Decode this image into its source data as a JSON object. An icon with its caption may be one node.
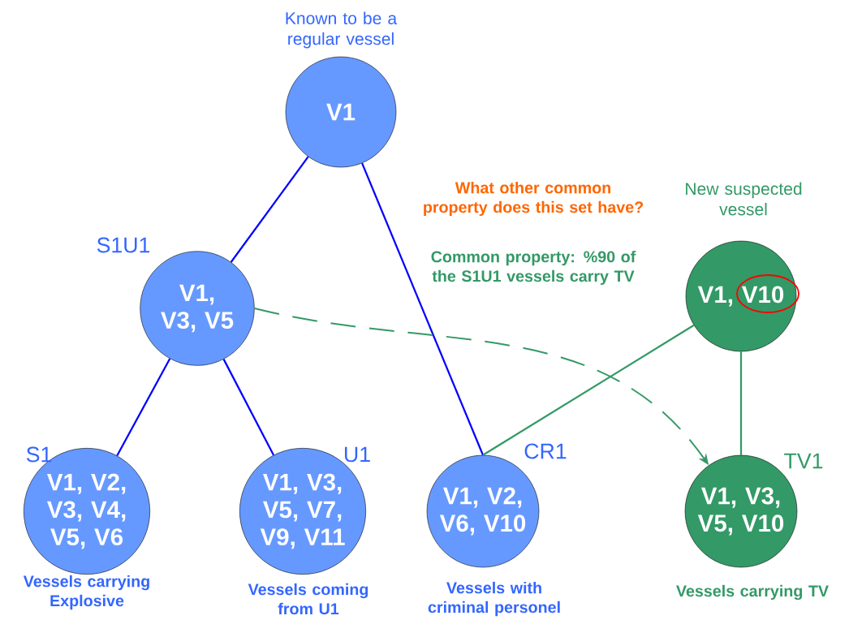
{
  "diagram": {
    "nodes": [
      {
        "text": [
          "V1"
        ],
        "beside": [
          "Known to be a regular vessel"
        ]
      },
      {
        "text": [
          "V1, V3, V5"
        ],
        "beside": [
          "S1U1"
        ]
      },
      {
        "text": [
          "V1, V2, V3, V4, V5, V6"
        ],
        "beside": [
          "S1",
          "Vessels carrying Explosive"
        ]
      },
      {
        "text": [
          "V1, V3, V5, V7, V9, V11"
        ],
        "beside": [
          "U1",
          "Vessels coming from U1"
        ]
      },
      {
        "text": [
          "V1, V2, V6, V10"
        ],
        "beside": [
          "CR1",
          "Vessels with criminal personel"
        ]
      },
      {
        "text": [
          "V1, V10"
        ],
        "beside": [
          "New suspected vessel"
        ]
      },
      {
        "text": [
          "V1, V3, V5, V10"
        ],
        "beside": [
          "TV1",
          "Vessels carrying TV"
        ]
      }
    ],
    "edges": [
      {
        "from": 0,
        "to": 1,
        "arrow": "none"
      },
      {
        "from": 1,
        "to": 2,
        "arrow": "none"
      },
      {
        "from": 1,
        "to": 3,
        "arrow": "none"
      },
      {
        "from": 0,
        "to": 4,
        "arrow": "none"
      },
      {
        "from": 5,
        "to": 4,
        "arrow": "none",
        "color": "#339966"
      },
      {
        "from": 5,
        "to": 6,
        "arrow": "none",
        "color": "#339966"
      },
      {
        "from": 1,
        "to": 6,
        "arrow": "to",
        "style": "dashed",
        "color": "#339966"
      }
    ],
    "labels": [
      "What other common property does this set have?",
      "Common property: %90 of the S1U1 vessels carry TV"
    ]
  }
}
